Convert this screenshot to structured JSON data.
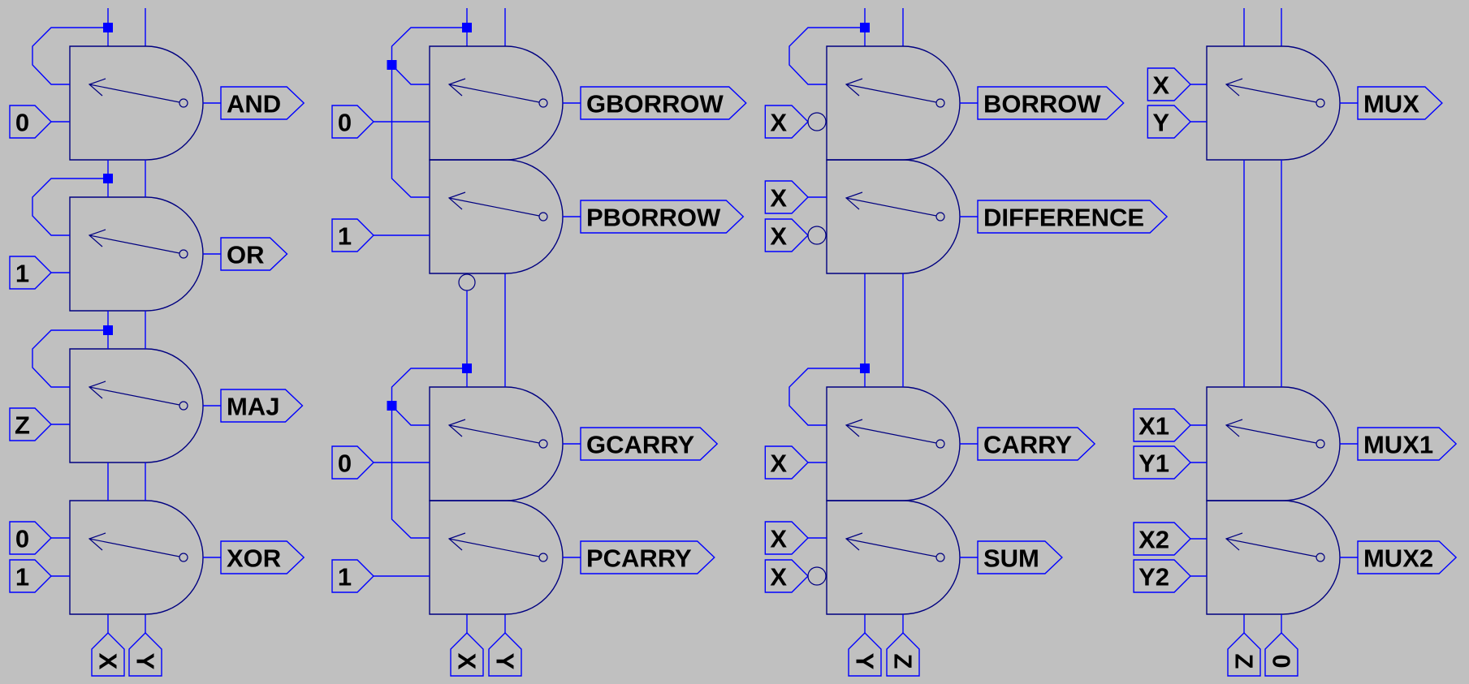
{
  "colors": {
    "background": "#c0c0c0",
    "wire": "#0000ff",
    "gate": "#000080",
    "text": "#000000"
  },
  "schematic": {
    "columns": [
      {
        "gates": [
          {
            "inputs": [
              {
                "label": "0",
                "inverted": false
              }
            ],
            "output": "AND"
          },
          {
            "inputs": [
              {
                "label": "1",
                "inverted": false
              }
            ],
            "output": "OR"
          },
          {
            "inputs": [
              {
                "label": "Z",
                "inverted": false
              }
            ],
            "output": "MAJ"
          },
          {
            "inputs": [
              {
                "label": "0",
                "inverted": false
              },
              {
                "label": "1",
                "inverted": false
              }
            ],
            "output": "XOR"
          }
        ],
        "bottom_labels": [
          "X",
          "Y"
        ]
      },
      {
        "gates": [
          {
            "inputs": [
              {
                "label": "0",
                "inverted": false
              }
            ],
            "output": "GBORROW"
          },
          {
            "inputs": [
              {
                "label": "1",
                "inverted": false
              }
            ],
            "output": "PBORROW"
          },
          {
            "inputs": [
              {
                "label": "0",
                "inverted": false
              }
            ],
            "output": "GCARRY"
          },
          {
            "inputs": [
              {
                "label": "1",
                "inverted": false
              }
            ],
            "output": "PCARRY"
          }
        ],
        "bottom_labels": [
          "X",
          "Y"
        ]
      },
      {
        "gates": [
          {
            "inputs": [
              {
                "label": "X",
                "inverted": true
              }
            ],
            "output": "BORROW"
          },
          {
            "inputs": [
              {
                "label": "X",
                "inverted": false
              },
              {
                "label": "X",
                "inverted": true
              }
            ],
            "output": "DIFFERENCE"
          },
          {
            "inputs": [
              {
                "label": "X",
                "inverted": false
              }
            ],
            "output": "CARRY"
          },
          {
            "inputs": [
              {
                "label": "X",
                "inverted": false
              },
              {
                "label": "X",
                "inverted": true
              }
            ],
            "output": "SUM"
          }
        ],
        "bottom_labels": [
          "Y",
          "Z"
        ]
      },
      {
        "gates": [
          {
            "inputs": [
              {
                "label": "X",
                "inverted": false
              },
              {
                "label": "Y",
                "inverted": false
              }
            ],
            "output": "MUX"
          },
          {
            "inputs": [
              {
                "label": "X1",
                "inverted": false
              },
              {
                "label": "Y1",
                "inverted": false
              }
            ],
            "output": "MUX1"
          },
          {
            "inputs": [
              {
                "label": "X2",
                "inverted": false
              },
              {
                "label": "Y2",
                "inverted": false
              }
            ],
            "output": "MUX2"
          }
        ],
        "bottom_labels": [
          "Z",
          "0"
        ]
      }
    ]
  }
}
